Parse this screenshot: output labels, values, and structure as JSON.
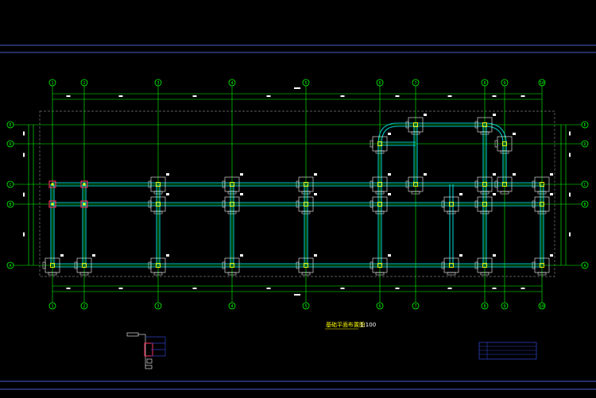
{
  "drawing": {
    "title": "基础平面布置图",
    "scale": "1:100"
  },
  "colors": {
    "background": "#000000",
    "frame": "#3a4aa0",
    "grid": "#00ff00",
    "beam": "#00c8c8",
    "column": "#ffff00",
    "footing": "#ffffff",
    "boundary": "#7a7a7a",
    "marker": "#ff3060",
    "titleblock": "#3040c0"
  },
  "axes": {
    "columns": [
      "1",
      "2",
      "3",
      "4",
      "5",
      "6",
      "7",
      "8",
      "9",
      "10"
    ],
    "rows": [
      "A",
      "B",
      "C",
      "D",
      "E"
    ]
  }
}
